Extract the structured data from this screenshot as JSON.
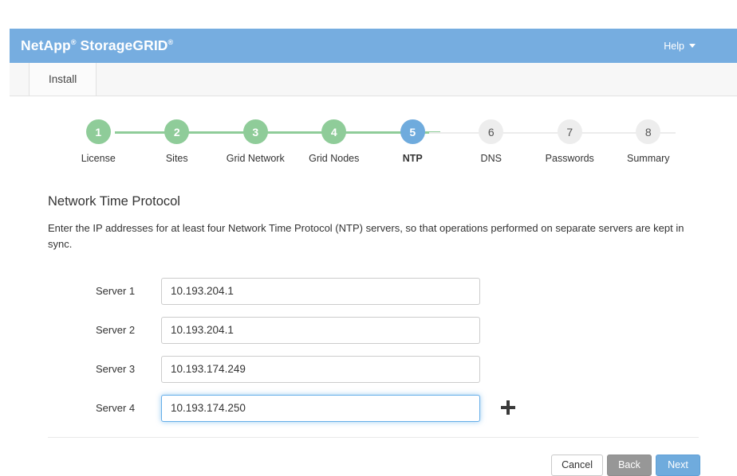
{
  "header": {
    "brand_part1": "NetApp",
    "brand_reg1": "®",
    "brand_part2": "StorageGRID",
    "brand_reg2": "®",
    "help_label": "Help",
    "background_color": "#76ade0"
  },
  "tabs": [
    {
      "label": "Install",
      "active": true
    }
  ],
  "stepper": {
    "done_color": "#8fcc99",
    "active_color": "#6fabdd",
    "todo_color": "#ededed",
    "steps": [
      {
        "number": "1",
        "label": "License",
        "state": "done"
      },
      {
        "number": "2",
        "label": "Sites",
        "state": "done"
      },
      {
        "number": "3",
        "label": "Grid Network",
        "state": "done"
      },
      {
        "number": "4",
        "label": "Grid Nodes",
        "state": "done"
      },
      {
        "number": "5",
        "label": "NTP",
        "state": "active"
      },
      {
        "number": "6",
        "label": "DNS",
        "state": "todo"
      },
      {
        "number": "7",
        "label": "Passwords",
        "state": "todo"
      },
      {
        "number": "8",
        "label": "Summary",
        "state": "todo"
      }
    ]
  },
  "main": {
    "title": "Network Time Protocol",
    "description": "Enter the IP addresses for at least four Network Time Protocol (NTP) servers, so that operations performed on separate servers are kept in sync.",
    "fields": [
      {
        "label": "Server 1",
        "value": "10.193.204.1",
        "focused": false,
        "has_add": false
      },
      {
        "label": "Server 2",
        "value": "10.193.204.1",
        "focused": false,
        "has_add": false
      },
      {
        "label": "Server 3",
        "value": "10.193.174.249",
        "focused": false,
        "has_add": false
      },
      {
        "label": "Server 4",
        "value": "10.193.174.250",
        "focused": true,
        "has_add": true
      }
    ],
    "add_icon": "plus-icon"
  },
  "footer": {
    "cancel_label": "Cancel",
    "back_label": "Back",
    "next_label": "Next"
  }
}
